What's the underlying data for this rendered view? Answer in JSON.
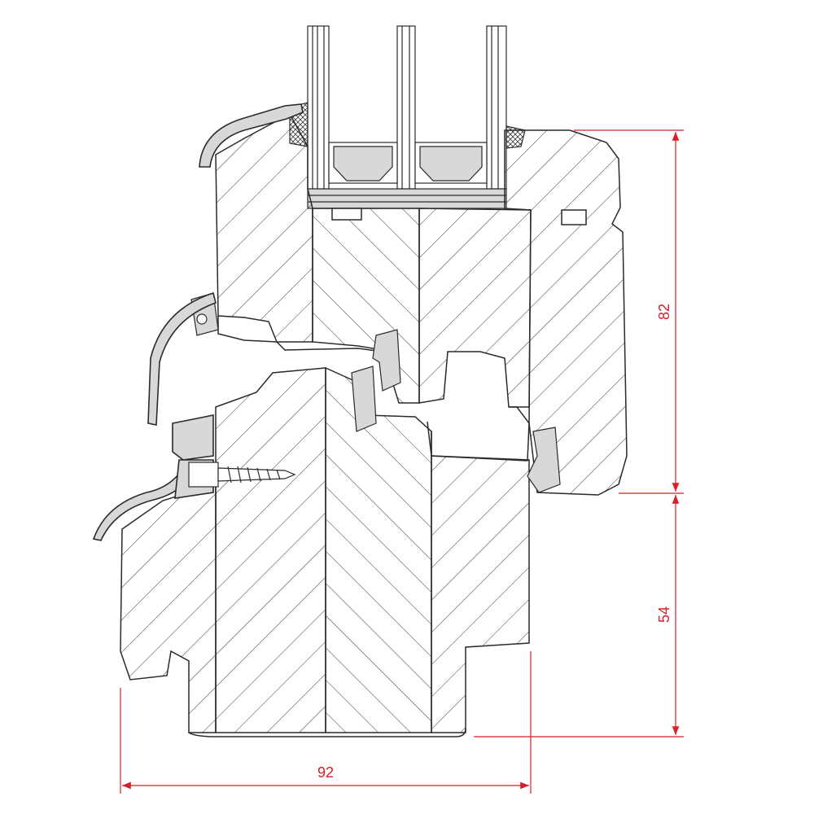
{
  "colors": {
    "outline": "#2a2a2a",
    "hatch": "#3a3a3a",
    "dimension": "#d91e2a",
    "gasket_fill": "#d8d8d8",
    "glass_fill": "#ffffff"
  },
  "dimensions": {
    "upper_height": "82",
    "lower_height": "54",
    "total_width": "92"
  }
}
